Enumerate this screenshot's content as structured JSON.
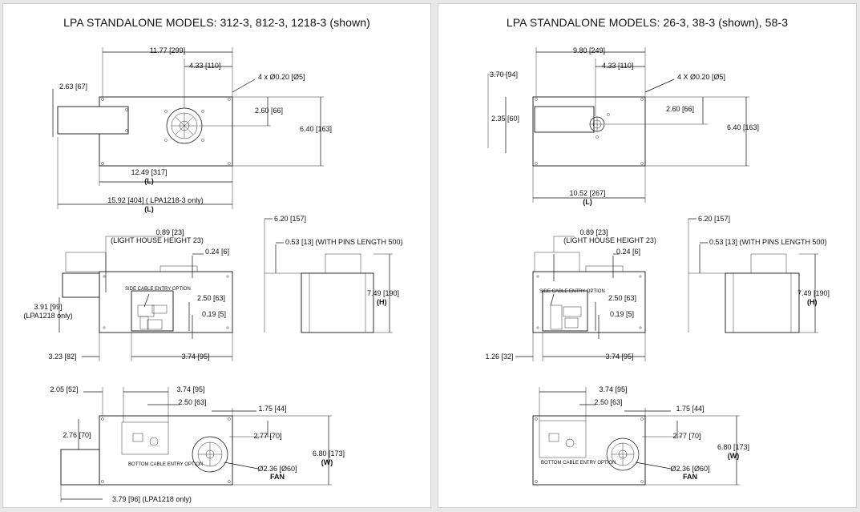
{
  "left": {
    "title": "LPA STANDALONE MODELS: 312-3, 812-3, 1218-3 (shown)",
    "top_view": {
      "width_overall": "11.77 [299]",
      "fan_offset": "4.33 [110]",
      "holes": "4 x Ø0.20 [Ø5]",
      "lighthouse_offset": "2.63 [67]",
      "fan_center_height": "2.60 [66]",
      "depth": "6.40 [163]",
      "length": "12.49 [317]",
      "length_tag": "(L)",
      "length_1218": "15.92 [404] ( LPA1218-3 only)",
      "length_1218_tag": "(L)"
    },
    "front_view": {
      "lighthouse": "0.89 [23]",
      "lighthouse_note": "(LIGHT HOUSE HEIGHT 23)",
      "connector_top": "0.24 [6]",
      "side_cable_note": "SIDE CABLE ENTRY OPTION",
      "connector_height": "2.50 [63]",
      "connector_base": "0.19 [5]",
      "lpa1218_height": "3.91 [99]",
      "lpa1218_note": "(LPA1218 only)",
      "left_offset": "3.23 [82]",
      "connector_spacing": "3.74 [95]"
    },
    "side_view": {
      "depth": "6.20 [157]",
      "pins": "0.53 [13] (WITH PINS LENGTH 500)",
      "height": "7.49 [190]",
      "height_tag": "(H)"
    },
    "bottom_view": {
      "offset": "2.05 [52]",
      "connector_spacing": "3.74 [95]",
      "connector_width": "2.50 [63]",
      "fan_edge": "1.75 [44]",
      "lighthouse_width": "2.76 [70]",
      "fan_height": "2.77 [70]",
      "width": "6.80 [173]",
      "width_tag": "(W)",
      "fan_dia": "Ø2.36 [Ø60]",
      "fan_label": "FAN",
      "bottom_cable_note": "BOTTOM CABLE ENTRY OPTION",
      "lpa1218": "3.79 [96] (LPA1218 only)"
    }
  },
  "right": {
    "title": "LPA STANDALONE MODELS: 26-3, 38-3 (shown), 58-3",
    "top_view": {
      "width_overall": "9.80 [249]",
      "fan_offset": "4.33 [110]",
      "holes": "4 X Ø0.20 [Ø5]",
      "lighthouse_offset": "3.70 [94]",
      "lighthouse_width": "2.35 [60]",
      "fan_center_height": "2.60 [66]",
      "depth": "6.40 [163]",
      "length": "10.52 [267]",
      "length_tag": "(L)"
    },
    "front_view": {
      "lighthouse": "0.89 [23]",
      "lighthouse_note": "(LIGHT HOUSE HEIGHT 23)",
      "connector_top": "0.24 [6]",
      "side_cable_note": "SIDE CABLE ENTRY OPTION",
      "connector_height": "2.50 [63]",
      "connector_base": "0.19 [5]",
      "left_offset": "1.26 [32]",
      "connector_spacing": "3.74 [95]"
    },
    "side_view": {
      "depth": "6.20 [157]",
      "pins": "0.53 [13] (WITH PINS LENGTH 500)",
      "height": "7.49 [190]",
      "height_tag": "(H)"
    },
    "bottom_view": {
      "connector_spacing": "3.74 [95]",
      "connector_width": "2.50 [63]",
      "fan_edge": "1.75 [44]",
      "fan_height": "2.77 [70]",
      "width": "6.80 [173]",
      "width_tag": "(W)",
      "fan_dia": "Ø2.36 [Ø60]",
      "fan_label": "FAN",
      "bottom_cable_note": "BOTTOM CABLE ENTRY OPTION"
    }
  }
}
